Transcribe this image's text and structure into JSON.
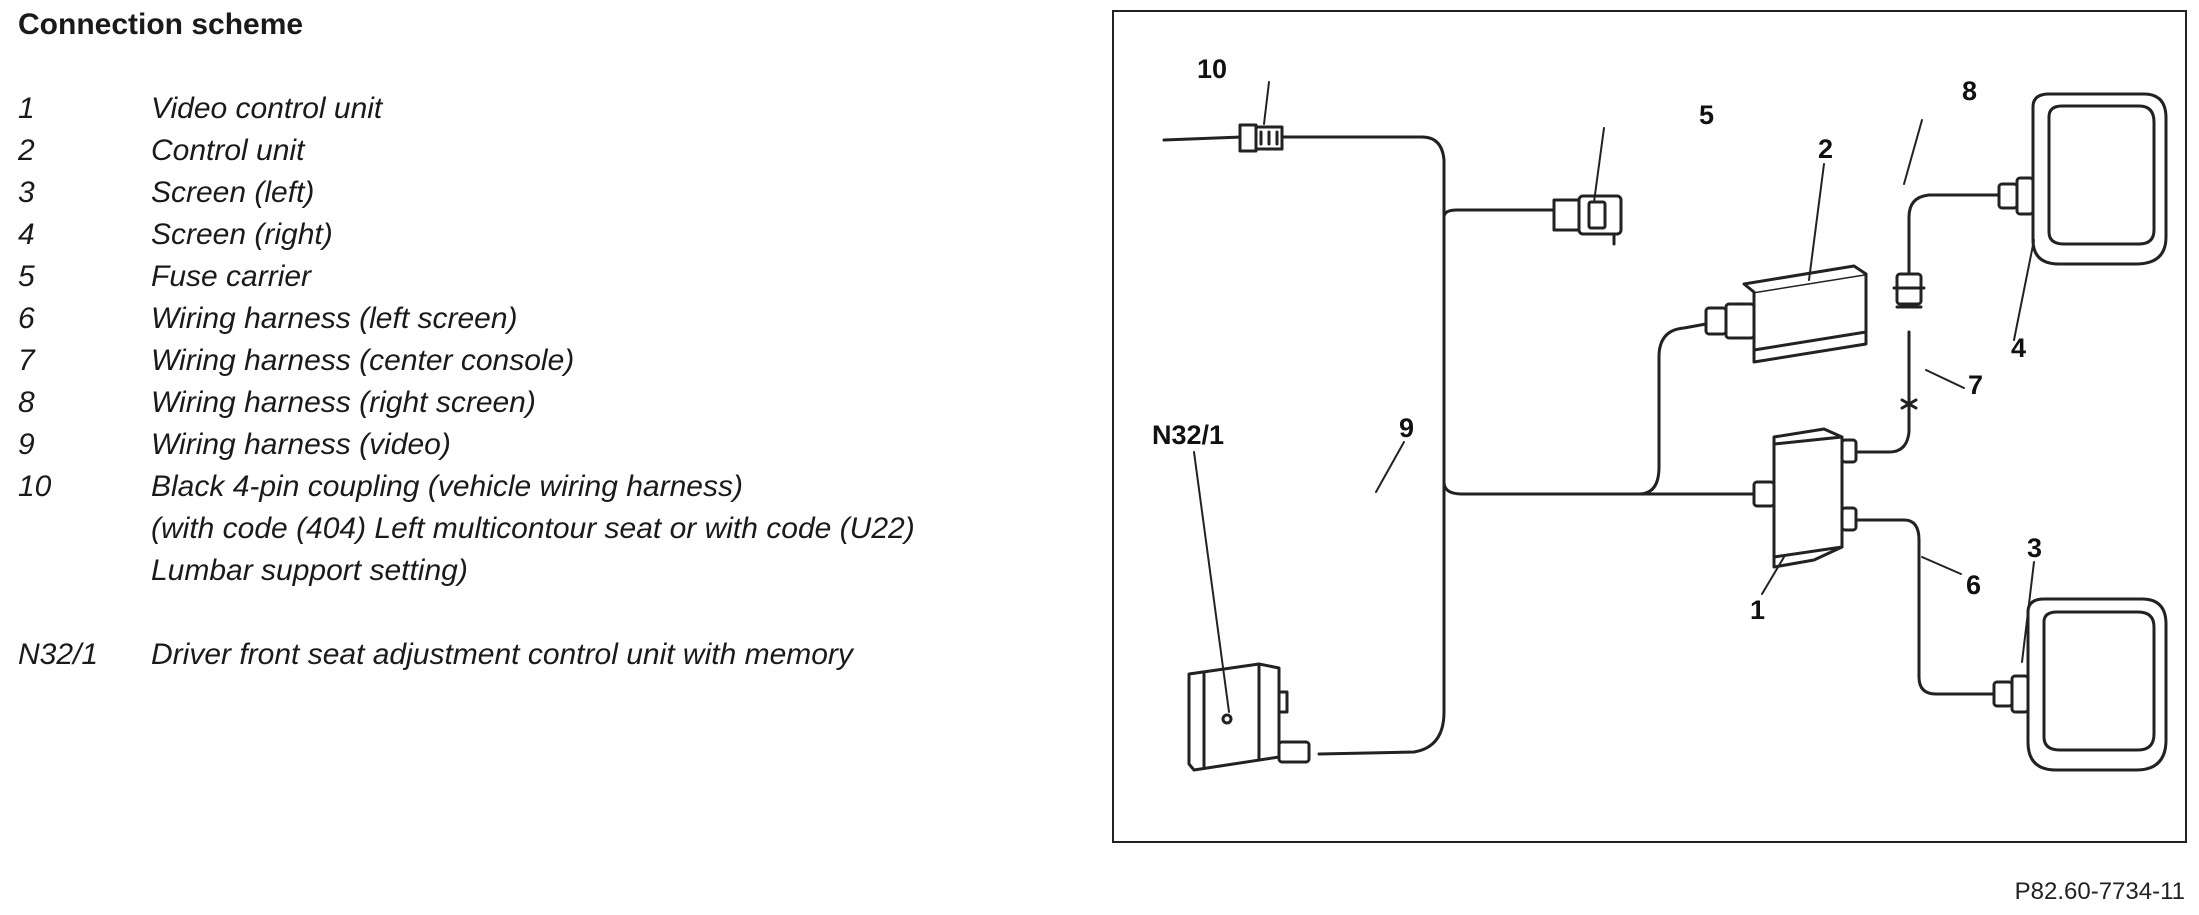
{
  "title": "Connection scheme",
  "legend": [
    {
      "key": "1",
      "desc": [
        "Video control unit"
      ]
    },
    {
      "key": "2",
      "desc": [
        "Control unit"
      ]
    },
    {
      "key": "3",
      "desc": [
        "Screen (left)"
      ]
    },
    {
      "key": "4",
      "desc": [
        "Screen (right)"
      ]
    },
    {
      "key": "5",
      "desc": [
        "Fuse carrier"
      ]
    },
    {
      "key": "6",
      "desc": [
        "Wiring harness (left screen)"
      ]
    },
    {
      "key": "7",
      "desc": [
        "Wiring harness (center console)"
      ]
    },
    {
      "key": "8",
      "desc": [
        "Wiring harness (right screen)"
      ]
    },
    {
      "key": "9",
      "desc": [
        "Wiring harness (video)"
      ]
    },
    {
      "key": "10",
      "desc": [
        "Black 4-pin coupling (vehicle wiring harness)",
        "(with code (404) Left multicontour seat or with code (U22)",
        "Lumbar support setting)"
      ]
    },
    {
      "key": "N32/1",
      "desc": [
        "Driver front seat adjustment control unit with memory"
      ]
    }
  ],
  "diagram": {
    "callouts": {
      "c1": "1",
      "c2": "2",
      "c3": "3",
      "c4": "4",
      "c5": "5",
      "c6": "6",
      "c7": "7",
      "c8": "8",
      "c9": "9",
      "c10": "10",
      "cn32": "N32/1"
    }
  },
  "docref": "P82.60-7734-11"
}
